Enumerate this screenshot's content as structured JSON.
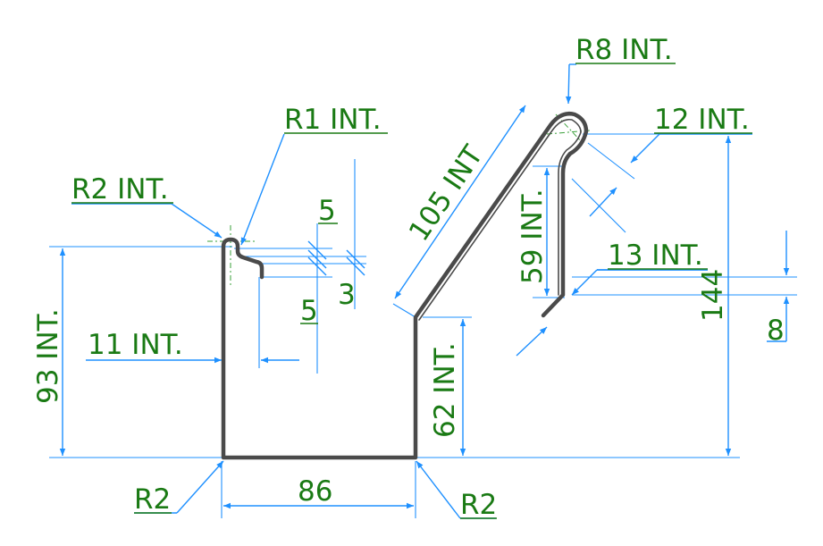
{
  "colors": {
    "part": "#4a4a4a",
    "dimension_line": "#1e90ff",
    "dimension_text": "#1a7a14",
    "center_line": "#3aa03a",
    "background": "#ffffff"
  },
  "labels": {
    "r8_int": "R8 INT.",
    "r1_int": "R1 INT.",
    "r2_int_top": "R2 INT.",
    "dim_105_int": "105 INT",
    "dim_12_int": "12 INT.",
    "dim_59_int": "59 INT.",
    "dim_13_int": "13 INT.",
    "dim_144": "144",
    "dim_8": "8",
    "dim_5_top": "5",
    "dim_5_bottom": "5",
    "dim_3": "3",
    "dim_93_int": "93 INT.",
    "dim_11_int": "11 INT.",
    "dim_62_int": "62 INT.",
    "dim_86": "86",
    "r2_left": "R2",
    "r2_right": "R2"
  }
}
